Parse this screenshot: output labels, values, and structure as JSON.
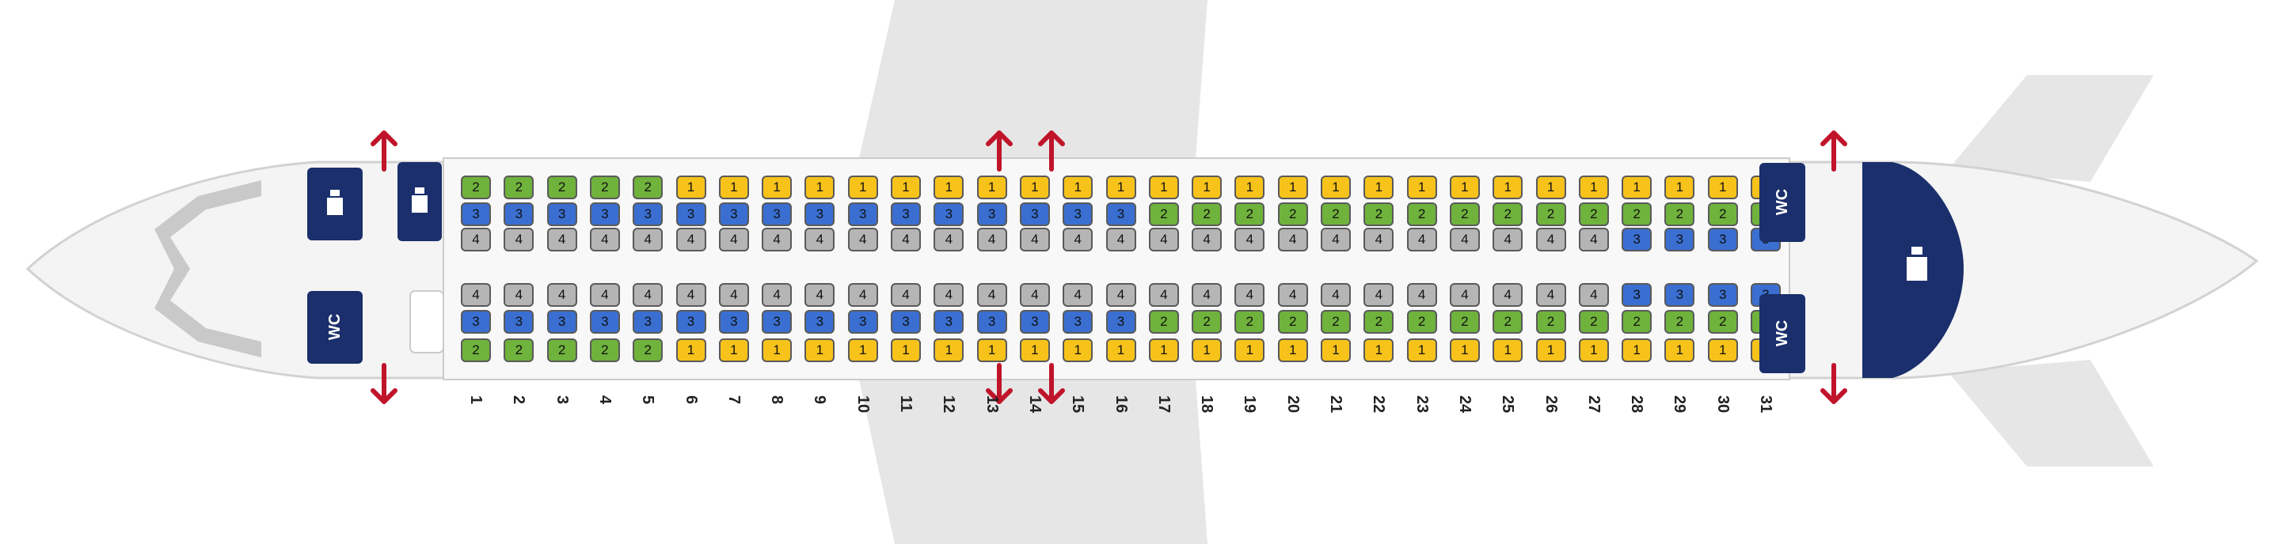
{
  "colors": {
    "class_1": "#f7c21a",
    "class_2": "#6fb23c",
    "class_3": "#3a6fd1",
    "class_4": "#b5b5b5",
    "exit_arrow": "#c0142a",
    "lavatory": "#1a2f6b"
  },
  "seat_map": {
    "rows": [
      "1",
      "2",
      "3",
      "4",
      "5",
      "6",
      "7",
      "8",
      "9",
      "10",
      "11",
      "12",
      "13",
      "14",
      "15",
      "16",
      "17",
      "18",
      "19",
      "20",
      "21",
      "22",
      "23",
      "24",
      "25",
      "26",
      "27",
      "28",
      "29",
      "30",
      "31"
    ],
    "upper_window": [
      "2",
      "2",
      "2",
      "2",
      "2",
      "1",
      "1",
      "1",
      "1",
      "1",
      "1",
      "1",
      "1",
      "1",
      "1",
      "1",
      "1",
      "1",
      "1",
      "1",
      "1",
      "1",
      "1",
      "1",
      "1",
      "1",
      "1",
      "1",
      "1",
      "1",
      "1"
    ],
    "upper_middle": [
      "3",
      "3",
      "3",
      "3",
      "3",
      "3",
      "3",
      "3",
      "3",
      "3",
      "3",
      "3",
      "3",
      "3",
      "3",
      "3",
      "2",
      "2",
      "2",
      "2",
      "2",
      "2",
      "2",
      "2",
      "2",
      "2",
      "2",
      "2",
      "2",
      "2",
      "2"
    ],
    "upper_aisle": [
      "4",
      "4",
      "4",
      "4",
      "4",
      "4",
      "4",
      "4",
      "4",
      "4",
      "4",
      "4",
      "4",
      "4",
      "4",
      "4",
      "4",
      "4",
      "4",
      "4",
      "4",
      "4",
      "4",
      "4",
      "4",
      "4",
      "4",
      "3",
      "3",
      "3",
      "3"
    ],
    "lower_aisle": [
      "4",
      "4",
      "4",
      "4",
      "4",
      "4",
      "4",
      "4",
      "4",
      "4",
      "4",
      "4",
      "4",
      "4",
      "4",
      "4",
      "4",
      "4",
      "4",
      "4",
      "4",
      "4",
      "4",
      "4",
      "4",
      "4",
      "4",
      "3",
      "3",
      "3",
      "3"
    ],
    "lower_middle": [
      "3",
      "3",
      "3",
      "3",
      "3",
      "3",
      "3",
      "3",
      "3",
      "3",
      "3",
      "3",
      "3",
      "3",
      "3",
      "3",
      "2",
      "2",
      "2",
      "2",
      "2",
      "2",
      "2",
      "2",
      "2",
      "2",
      "2",
      "2",
      "2",
      "2",
      "2"
    ],
    "lower_window": [
      "2",
      "2",
      "2",
      "2",
      "2",
      "1",
      "1",
      "1",
      "1",
      "1",
      "1",
      "1",
      "1",
      "1",
      "1",
      "1",
      "1",
      "1",
      "1",
      "1",
      "1",
      "1",
      "1",
      "1",
      "1",
      "1",
      "1",
      "1",
      "1",
      "1",
      "1"
    ]
  },
  "lavatories": {
    "front_lower": "WC",
    "rear_upper": "WC",
    "rear_lower": "WC"
  },
  "icons": {
    "galley": "galley-cart-icon",
    "exit": "exit-arrow-icon"
  }
}
